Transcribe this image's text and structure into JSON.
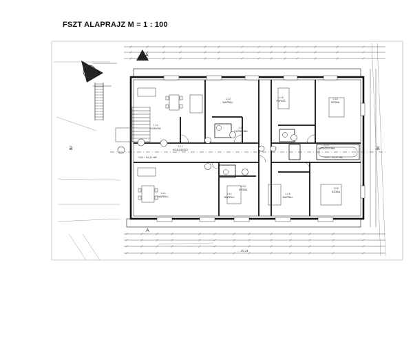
{
  "title": "FSZT ALAPRAJZ  M = 1 : 100",
  "rooms": [
    {
      "id": "r1",
      "num": "1.1.4",
      "name": "KONYHA"
    },
    {
      "id": "r2",
      "num": "1.1.3",
      "name": "NAPPALI"
    },
    {
      "id": "r3",
      "num": "1.1.5",
      "name": "FÜRDŐ"
    },
    {
      "id": "r4",
      "num": "1.1.6",
      "name": "SZOBA"
    },
    {
      "id": "r5",
      "num": "1.1.1",
      "name": "KÖZLEKEDŐ"
    },
    {
      "id": "r6",
      "num": "1.1.2",
      "name": "ELŐSZOBA"
    },
    {
      "id": "r7",
      "num": "1.1.4",
      "name": "NAPPALI"
    },
    {
      "id": "r8",
      "num": "1.3.4",
      "name": "NAPPALI"
    },
    {
      "id": "r9",
      "num": "1.3.3",
      "name": "SZOBA"
    },
    {
      "id": "r10",
      "num": "1.2.4",
      "name": "NAPPALI"
    },
    {
      "id": "r11",
      "num": "1.2.8",
      "name": "SZOBA"
    },
    {
      "id": "r12",
      "num": "1.2.6",
      "name": "FÜRDŐSZOBA"
    }
  ],
  "level_labels": [
    "+0,00 = 111,20 mBf",
    "+0,00 = 111,20 mBf"
  ],
  "axes": [
    "A",
    "A",
    "B",
    "B"
  ],
  "overall_dimension": "20,14"
}
